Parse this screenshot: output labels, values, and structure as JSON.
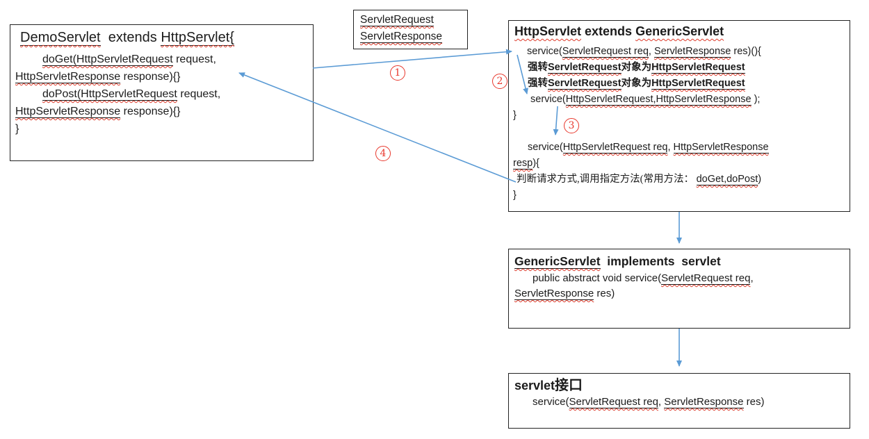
{
  "diagram_title": "Servlet inheritance call-flow diagram",
  "colors": {
    "arrow": "#5b9bd5",
    "number_badge": "#e8372c",
    "spellcheck_wavy": "#dd3b2b",
    "text": "#1b1b1b",
    "background": "#ffffff"
  },
  "boxes": {
    "demo": {
      "title": [
        "DemoServlet",
        "  extends ",
        "HttpServlet{"
      ],
      "l1": [
        "doGet(HttpServletRequest",
        " request,"
      ],
      "l2": [
        "HttpServletResponse",
        " response){}"
      ],
      "l3": [
        "doPost(HttpServletRequest",
        " request,"
      ],
      "l4": [
        "HttpServletResponse",
        " response){}"
      ],
      "l5": "}"
    },
    "params": {
      "l1": "ServletRequest",
      "l2": "ServletResponse"
    },
    "http": {
      "title": [
        "HttpServlet",
        " extends ",
        "GenericServlet"
      ],
      "l1": [
        "service(",
        "ServletRequest req",
        ", ",
        "ServletResponse",
        " res)(){"
      ],
      "l2": [
        "强转",
        "ServletRequest",
        "对象为",
        "HttpServletRequest"
      ],
      "l3": [
        "强转",
        "ServletRequest",
        "对象为",
        "HttpServletRequest"
      ],
      "l4": [
        "service(",
        "HttpServletRequest,HttpServletResponse",
        " );"
      ],
      "l5": "}",
      "l6": [
        "service(",
        "HttpServletRequest req",
        ", ",
        "HttpServletResponse"
      ],
      "l7": [
        "resp",
        "){"
      ],
      "l8": [
        "判断请求方式,调用指定方法(常用方法： ",
        "doGet,doPost",
        ")"
      ],
      "l9": "}"
    },
    "generic": {
      "title": [
        "GenericServlet",
        "  implements  servlet"
      ],
      "l1": [
        "public abstract void service(",
        "ServletRequest req",
        ","
      ],
      "l2": [
        "ServletResponse",
        " res)"
      ]
    },
    "iface": {
      "title": [
        "servlet",
        "接口"
      ],
      "l1": [
        "service(",
        "ServletRequest req",
        ", ",
        "ServletResponse",
        " res)"
      ]
    }
  },
  "labels": {
    "n1": "1",
    "n2": "2",
    "n3": "3",
    "n4": "4"
  }
}
